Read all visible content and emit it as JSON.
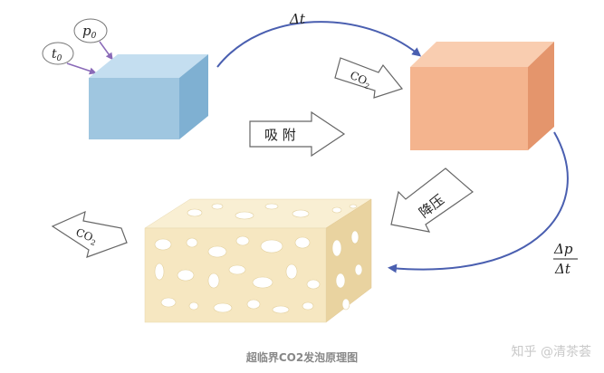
{
  "labels": {
    "p0": {
      "base": "p",
      "sub": "0"
    },
    "t0": {
      "base": "t",
      "sub": "0"
    },
    "delta_t": "Δt",
    "co2_in": {
      "base": "CO",
      "sub": "2"
    },
    "adsorb": "吸 附",
    "depressurize": "降压",
    "co2_out": {
      "base": "CO",
      "sub": "2"
    },
    "rate": {
      "numerator": "Δp",
      "denominator": "Δt"
    }
  },
  "caption": "超临界CO2发泡原理图",
  "watermark": "知乎 @清茶荟",
  "colors": {
    "blue_cube_front": "#9fc6e0",
    "blue_cube_top": "#c4def0",
    "blue_cube_side": "#7fb0d2",
    "orange_cube_front": "#f4b48e",
    "orange_cube_top": "#f9cdb0",
    "orange_cube_side": "#e4956c",
    "foam_front": "#f6e7c1",
    "foam_top": "#f9efd3",
    "foam_side": "#e9d3a0",
    "arc": "#4a5fb0",
    "arrow_outline": "#666666"
  }
}
